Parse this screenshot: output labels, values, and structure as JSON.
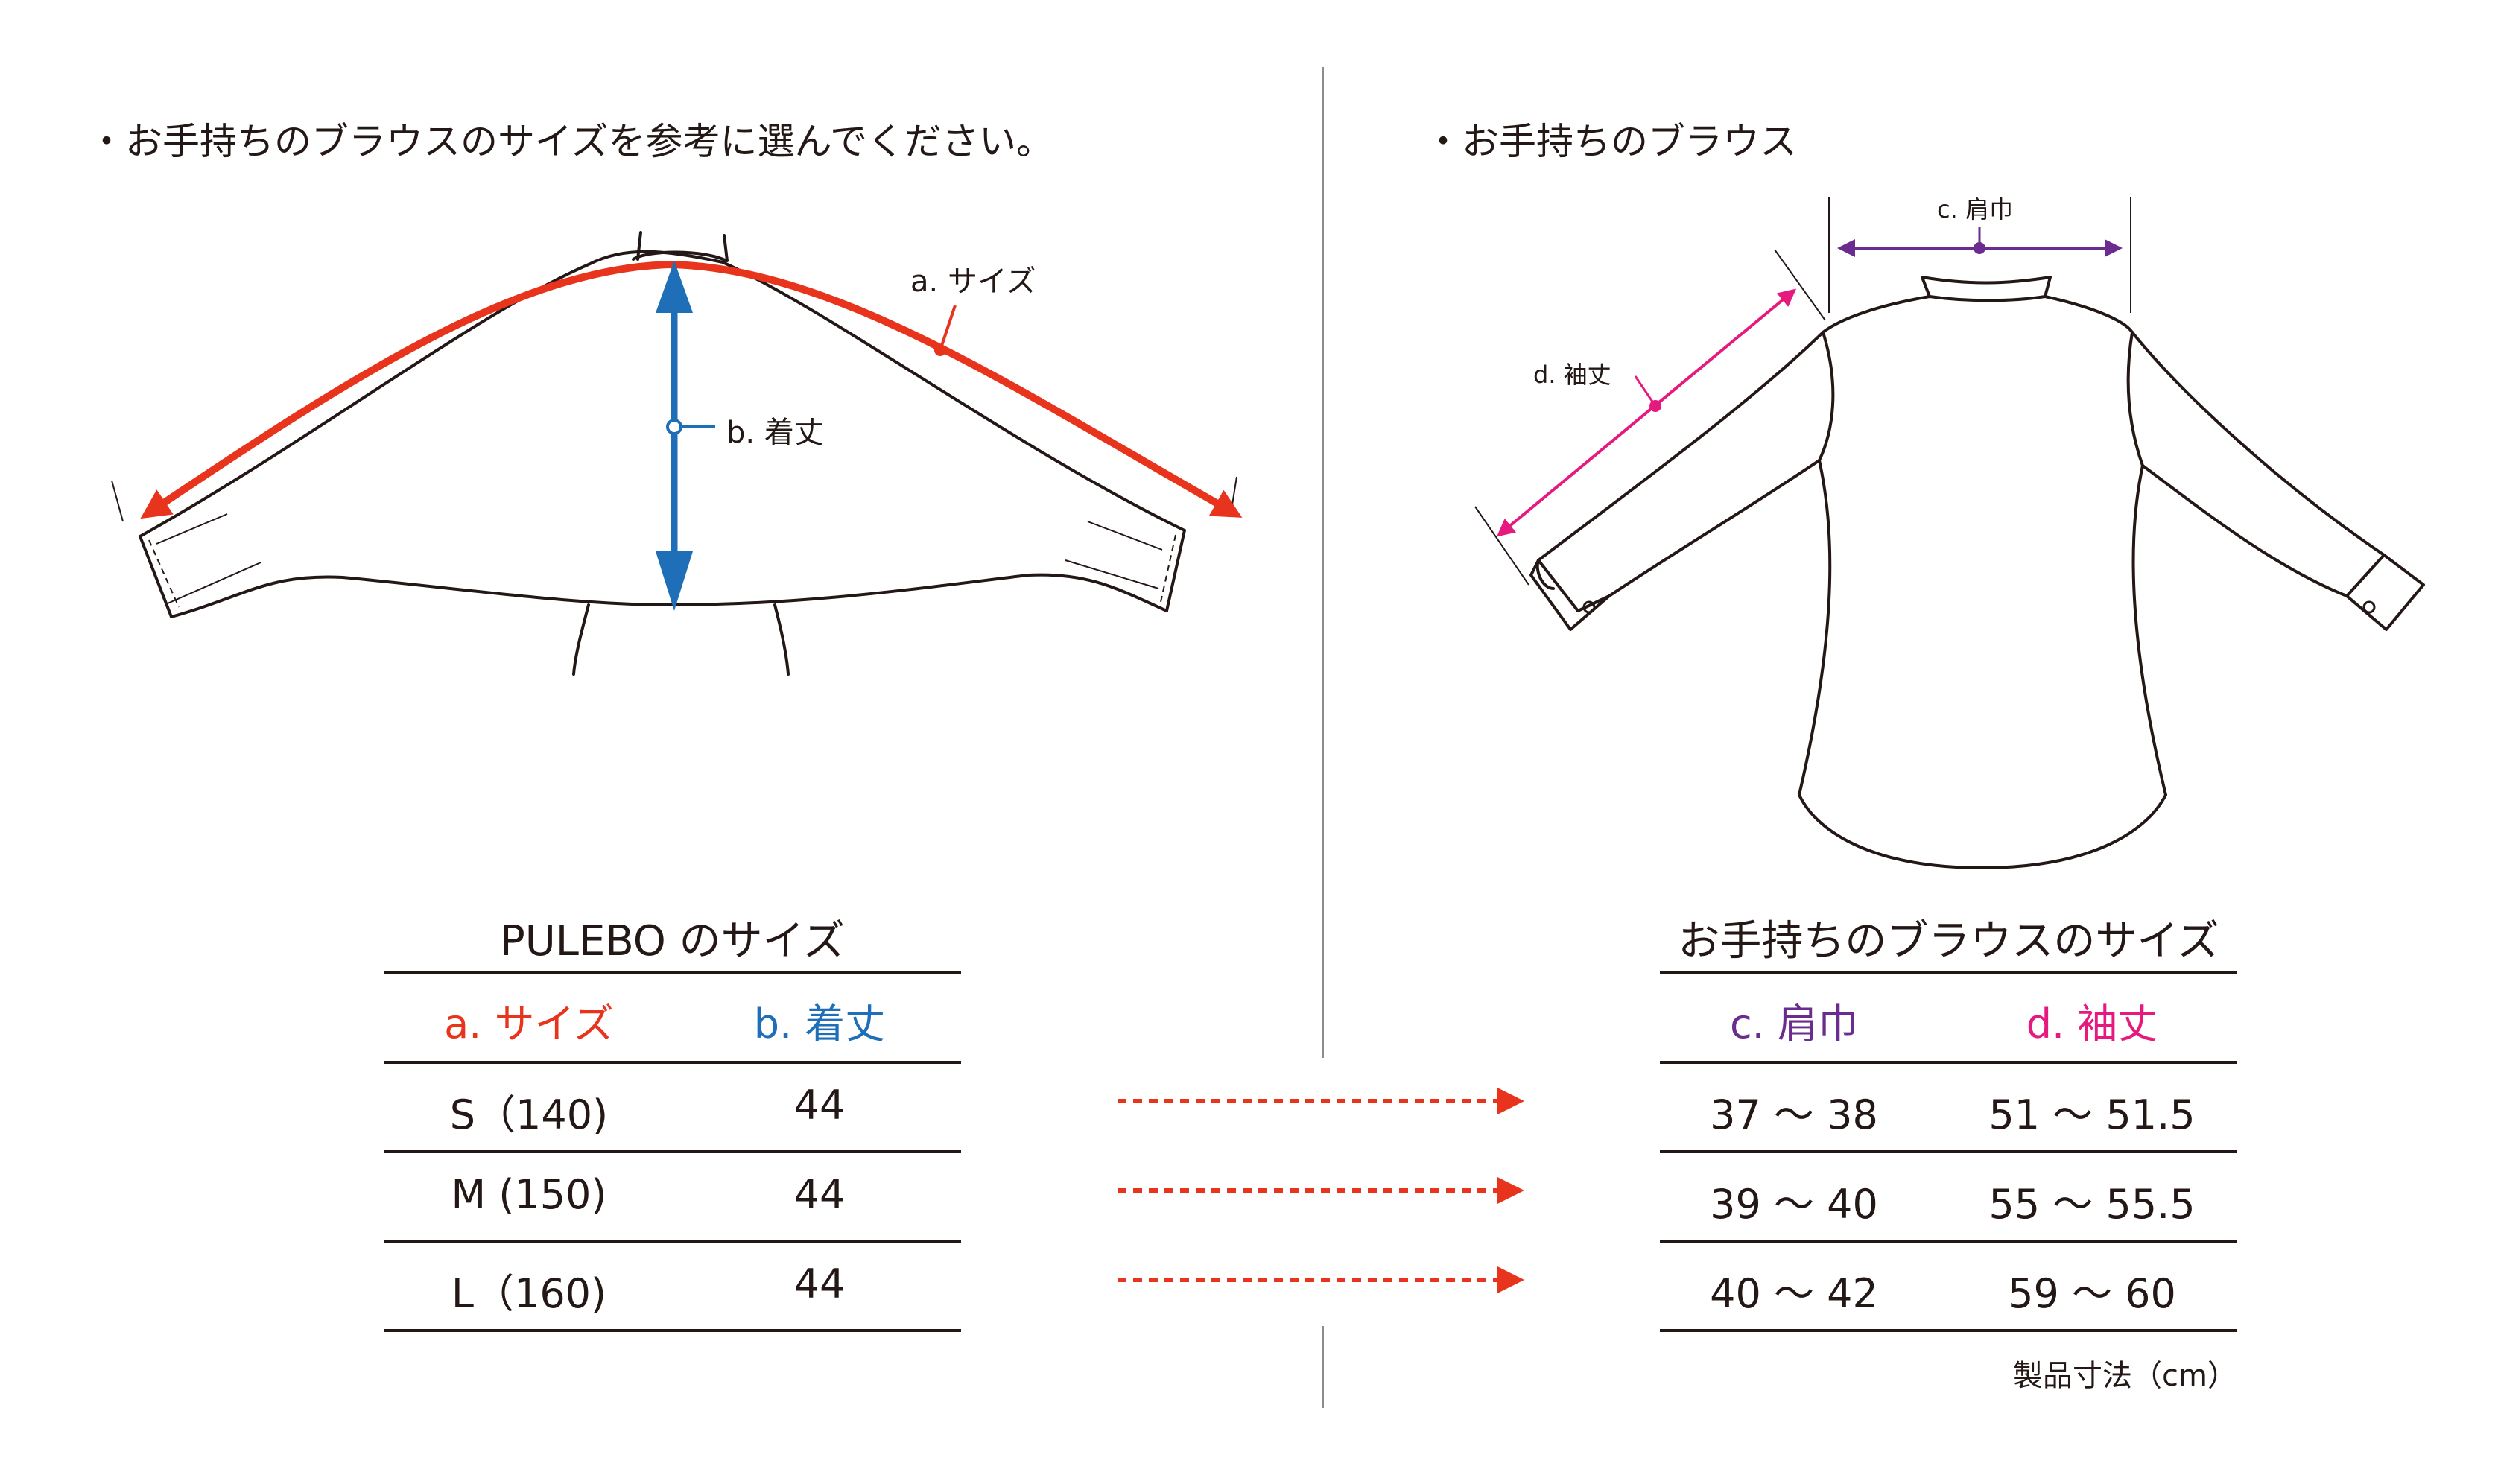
{
  "left": {
    "instruction": "・お手持ちのブラウスのサイズを参考に選んでください。",
    "label_a": "a. サイズ",
    "label_b": "b. 着丈"
  },
  "right": {
    "heading": "・お手持ちのブラウス",
    "label_c": "c. 肩巾",
    "label_d": "d. 袖丈"
  },
  "colors": {
    "red": "#e8341c",
    "blue": "#1f6fb8",
    "purple": "#6a2c8e",
    "magenta": "#e5197e",
    "line": "#231815",
    "divider": "#8c8c8c"
  },
  "pulebo_table": {
    "title": "PULEBO のサイズ",
    "headers": [
      "a. サイズ",
      "b. 着丈"
    ],
    "rows": [
      [
        "S（140)",
        "44"
      ],
      [
        "M (150)",
        "44"
      ],
      [
        "L（160)",
        "44"
      ]
    ]
  },
  "blouse_table": {
    "title": "お手持ちのブラウスのサイズ",
    "headers": [
      "c. 肩巾",
      "d. 袖丈"
    ],
    "rows": [
      [
        "37 〜 38",
        "51 〜 51.5"
      ],
      [
        "39 〜 40",
        "55 〜 55.5"
      ],
      [
        "40 〜 42",
        "59 〜 60"
      ]
    ],
    "note": "製品寸法（cm）"
  }
}
